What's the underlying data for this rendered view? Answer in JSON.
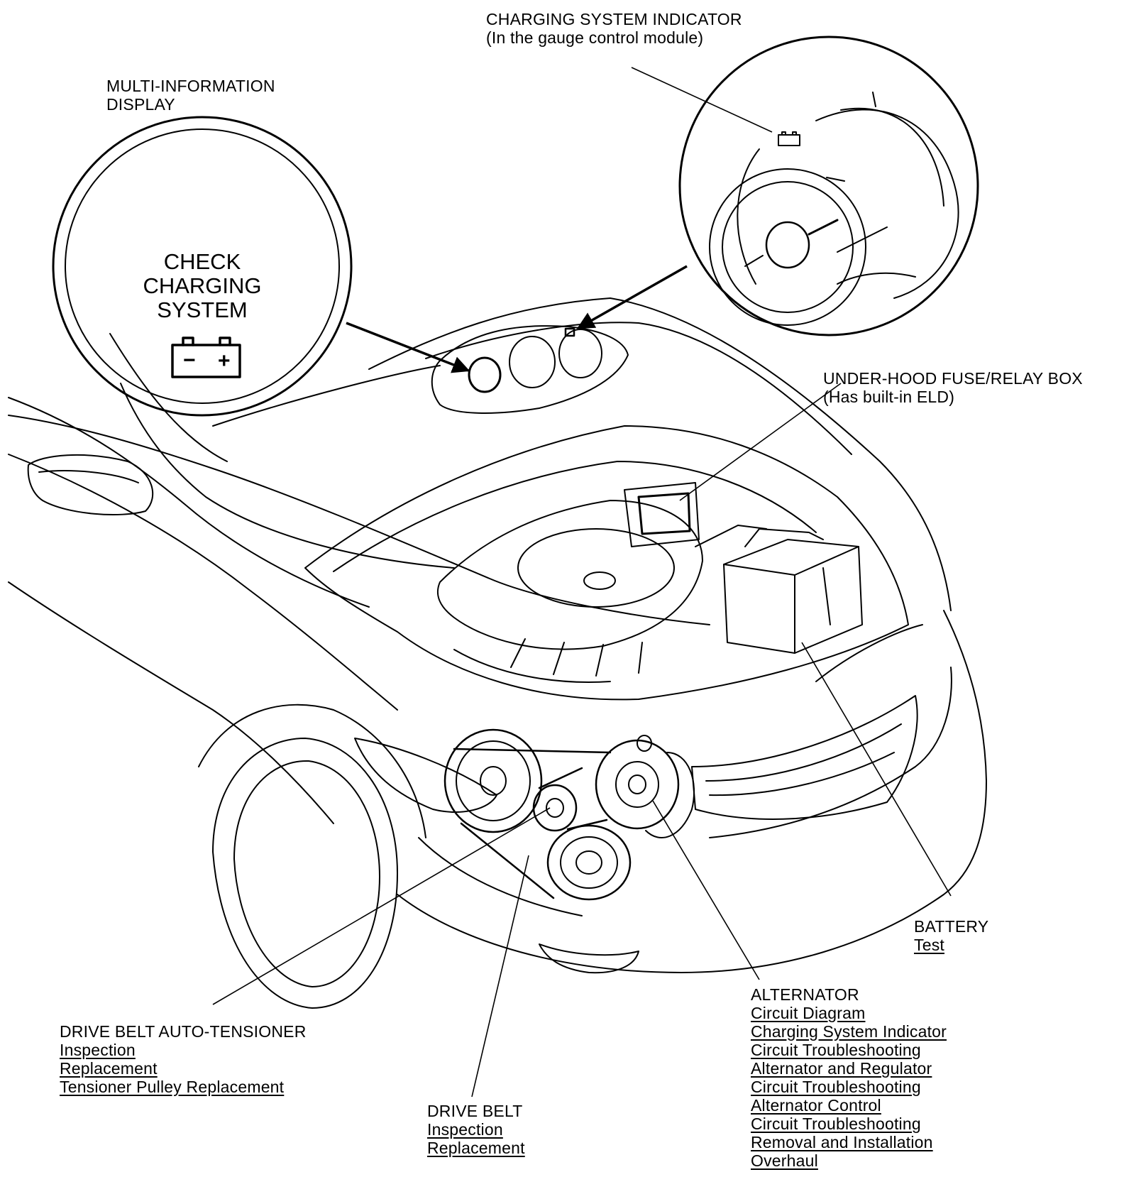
{
  "colors": {
    "ink": "#000000",
    "paper": "#ffffff"
  },
  "icons": {
    "battery": "battery-icon"
  },
  "display": {
    "title": "MULTI-INFORMATION",
    "title2": "DISPLAY",
    "message": [
      "CHECK",
      "CHARGING",
      "SYSTEM"
    ],
    "battery_minus": "−",
    "battery_plus": "+"
  },
  "indicator": {
    "title": "CHARGING SYSTEM INDICATOR",
    "subtitle": "(In the gauge control module)"
  },
  "fuse_box": {
    "title": "UNDER-HOOD FUSE/RELAY BOX",
    "subtitle": "(Has built-in ELD)"
  },
  "battery": {
    "title": "BATTERY",
    "links": [
      "Test"
    ]
  },
  "alternator": {
    "title": "ALTERNATOR",
    "links": [
      "Circuit Diagram",
      "Charging System Indicator",
      "Circuit Troubleshooting",
      "Alternator and Regulator",
      "Circuit Troubleshooting",
      "Alternator Control",
      "Circuit Troubleshooting",
      "Removal and Installation",
      "Overhaul"
    ]
  },
  "tensioner": {
    "title": "DRIVE BELT AUTO-TENSIONER",
    "links": [
      "Inspection",
      "Replacement",
      "Tensioner Pulley Replacement"
    ]
  },
  "drive_belt": {
    "title": "DRIVE BELT",
    "links": [
      "Inspection",
      "Replacement"
    ]
  }
}
